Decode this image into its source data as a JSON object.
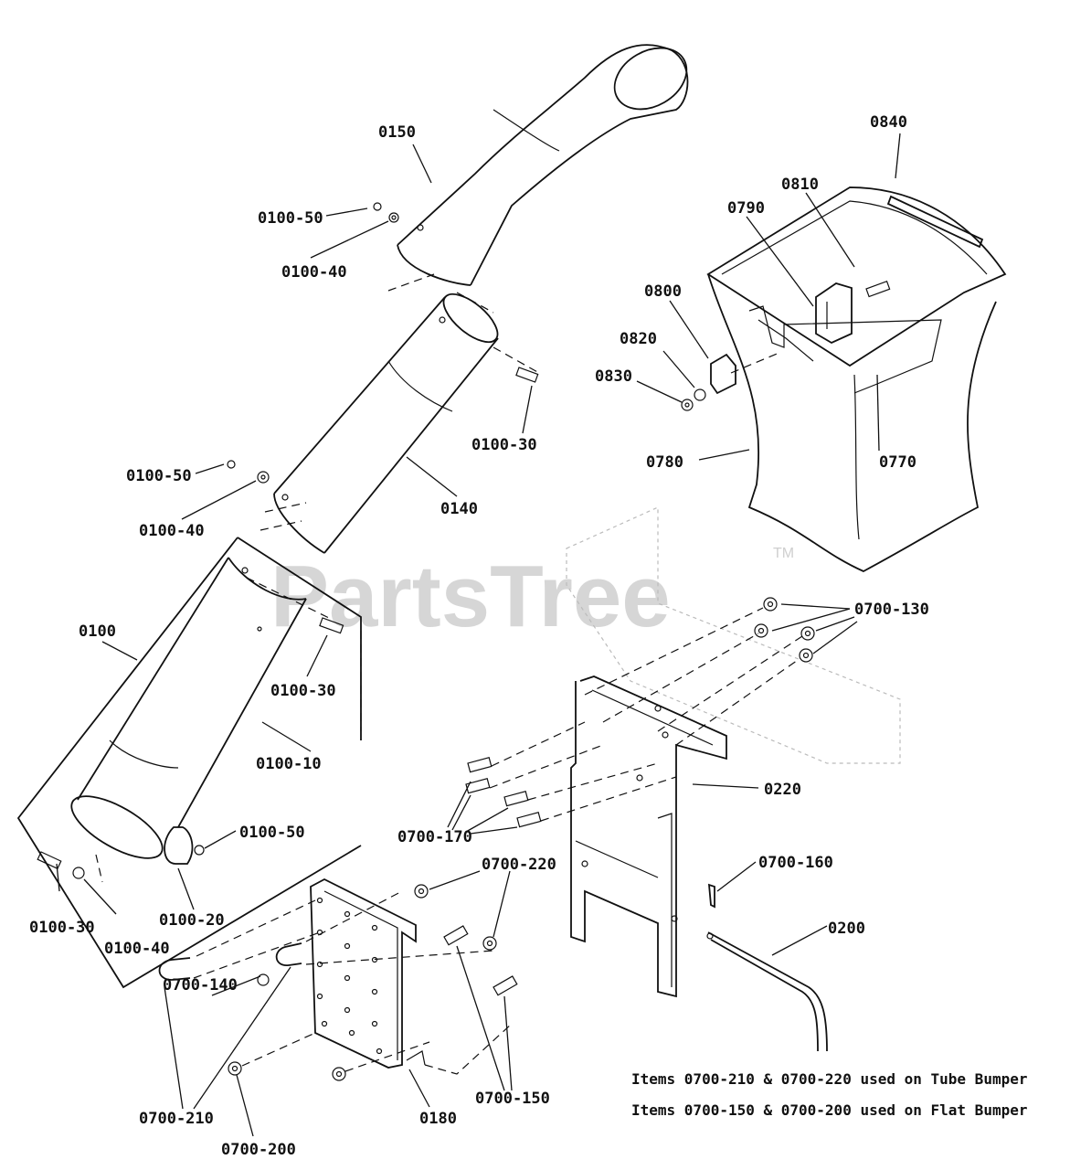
{
  "watermark": {
    "text": "PartsTree",
    "tm": "TM"
  },
  "labels": {
    "l0150": "0150",
    "l0100_50_a": "0100-50",
    "l0100_40_a": "0100-40",
    "l0100_30_a": "0100-30",
    "l0100_50_b": "0100-50",
    "l0100_40_b": "0100-40",
    "l0140": "0140",
    "l0100": "0100",
    "l0100_30_b": "0100-30",
    "l0100_10": "0100-10",
    "l0100_50_c": "0100-50",
    "l0100_30_c": "0100-30",
    "l0100_40_c": "0100-40",
    "l0100_20": "0100-20",
    "l0840": "0840",
    "l0810": "0810",
    "l0790": "0790",
    "l0800": "0800",
    "l0820": "0820",
    "l0830": "0830",
    "l0780": "0780",
    "l0770": "0770",
    "l0700_130": "0700-130",
    "l0220": "0220",
    "l0700_170": "0700-170",
    "l0700_220": "0700-220",
    "l0700_160": "0700-160",
    "l0200": "0200",
    "l0700_140": "0700-140",
    "l0700_210": "0700-210",
    "l0700_200": "0700-200",
    "l0180": "0180",
    "l0700_150": "0700-150"
  },
  "notes": {
    "line1": "Items 0700-210 & 0700-220 used on Tube Bumper",
    "line2": "Items 0700-150 & 0700-200 used on Flat Bumper"
  }
}
